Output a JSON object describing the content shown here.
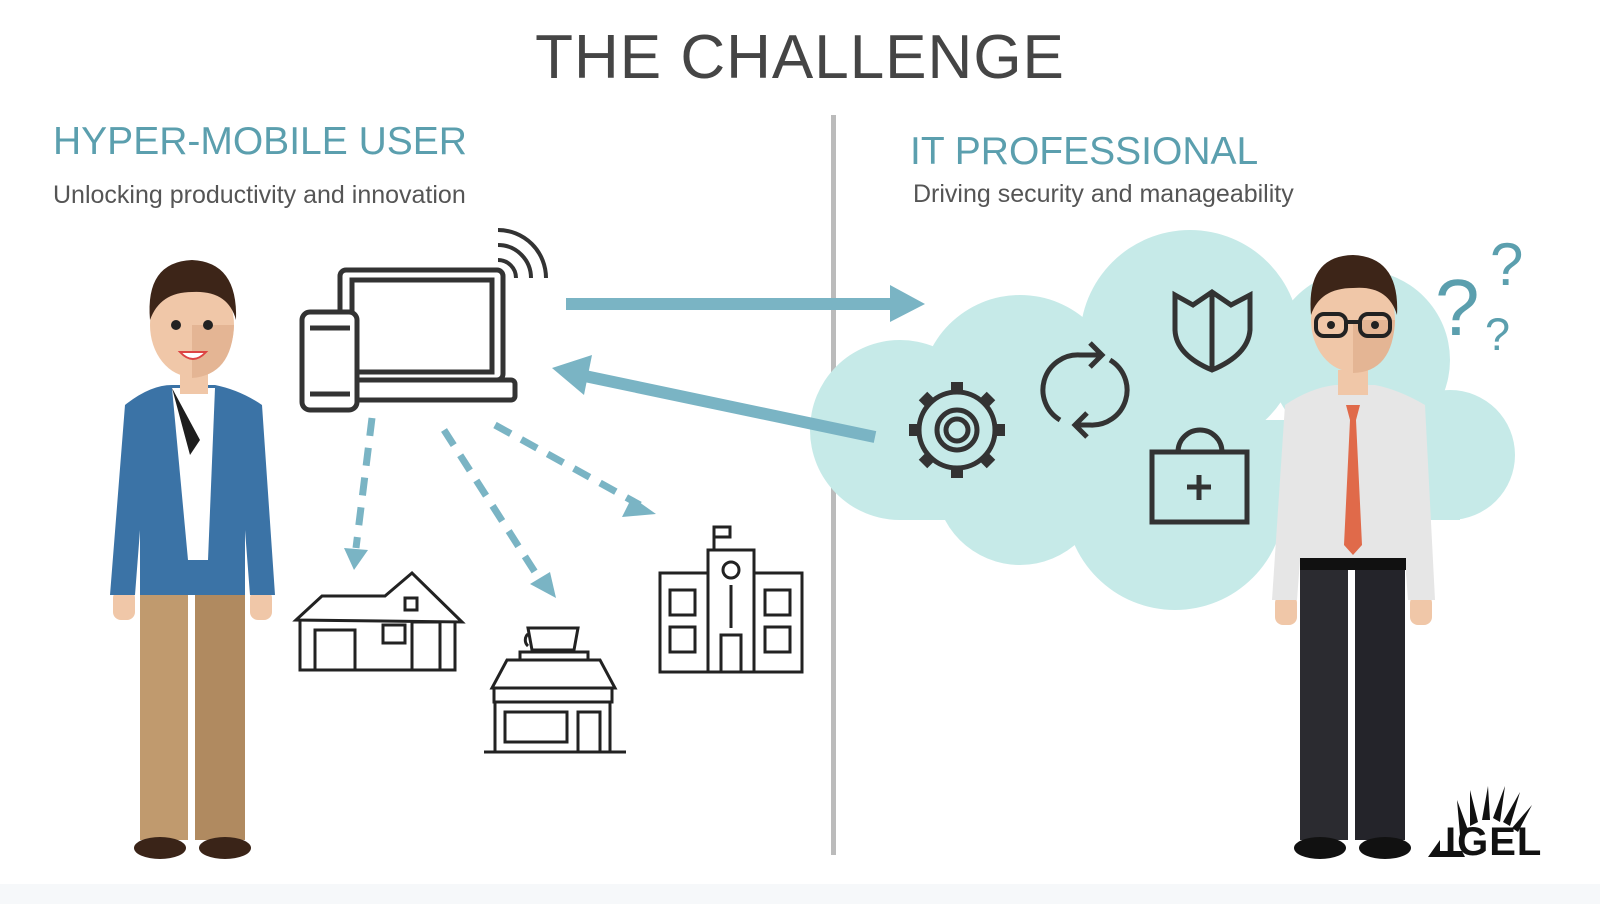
{
  "title": "THE CHALLENGE",
  "left": {
    "heading": "HYPER-MOBILE USER",
    "subtitle": "Unlocking productivity and innovation"
  },
  "right": {
    "heading": "IT PROFESSIONAL",
    "subtitle": "Driving security and manageability"
  },
  "logo": {
    "text": "IGEL"
  },
  "question_marks": [
    "?",
    "?",
    "?"
  ],
  "colors": {
    "heading": "#5b9fae",
    "arrow": "#7ab4c4",
    "cloud": "#c6eae8",
    "jacket": "#3b73a6",
    "tie": "#e06a4a"
  }
}
